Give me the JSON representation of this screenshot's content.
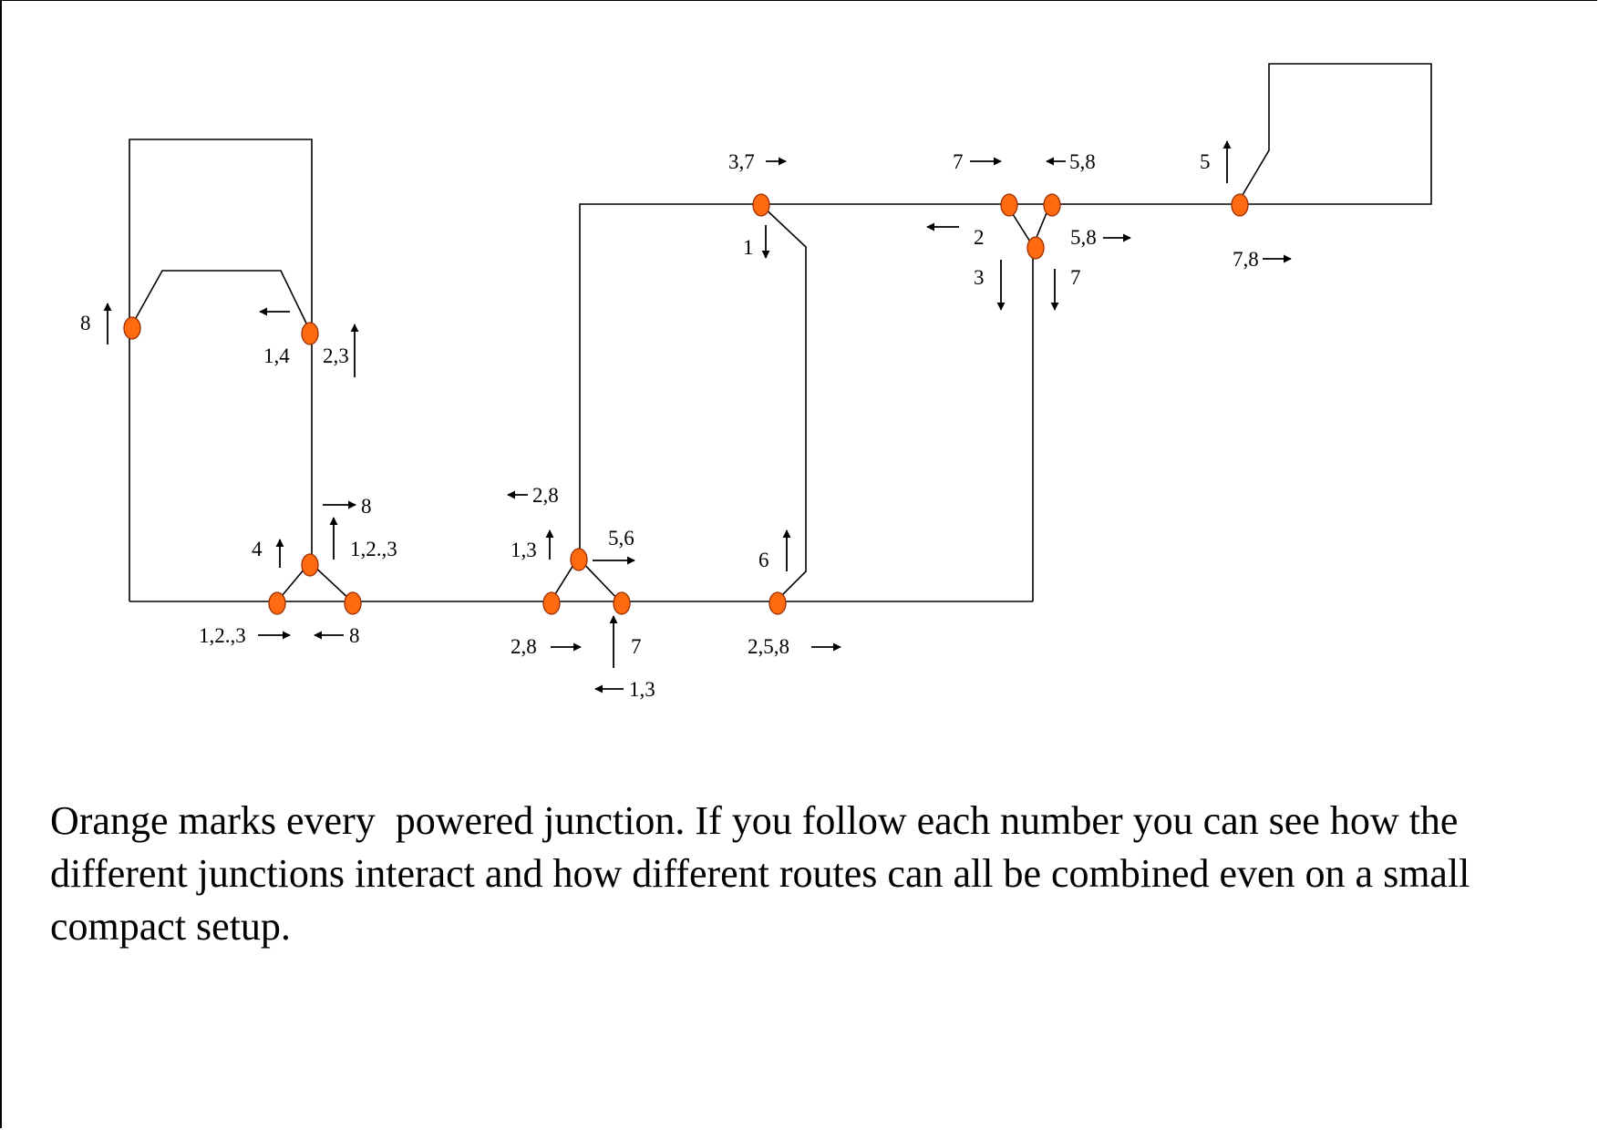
{
  "colors": {
    "junction": "#ff6a10",
    "track": "#000000"
  },
  "labels": {
    "lbl_8_left": "8",
    "lbl_1_4": "1,4",
    "lbl_2_3": "2,3",
    "lbl_8_mid": "8",
    "lbl_4": "4",
    "lbl_123_up": "1,2.,3",
    "lbl_123_bottom": "1,2.,3",
    "lbl_8_bottom": "8",
    "lbl_2_8_top": "2,8",
    "lbl_1_3_up": "1,3",
    "lbl_5_6": "5,6",
    "lbl_2_8_bottom": "2,8",
    "lbl_7_bottom": "7",
    "lbl_1_3_bottom": "1,3",
    "lbl_6": "6",
    "lbl_2_5_8": "2,5,8",
    "lbl_3_7": "3,7",
    "lbl_1": "1",
    "lbl_7_top": "7",
    "lbl_5_8_top": "5,8",
    "lbl_2": "2",
    "lbl_5_8_right": "5,8",
    "lbl_3": "3",
    "lbl_7_right": "7",
    "lbl_5": "5",
    "lbl_7_8": "7,8"
  },
  "caption": "Orange marks every  powered junction. If you follow each number you can see how the different junctions interact and how different routes can all be combined even on a small compact setup."
}
